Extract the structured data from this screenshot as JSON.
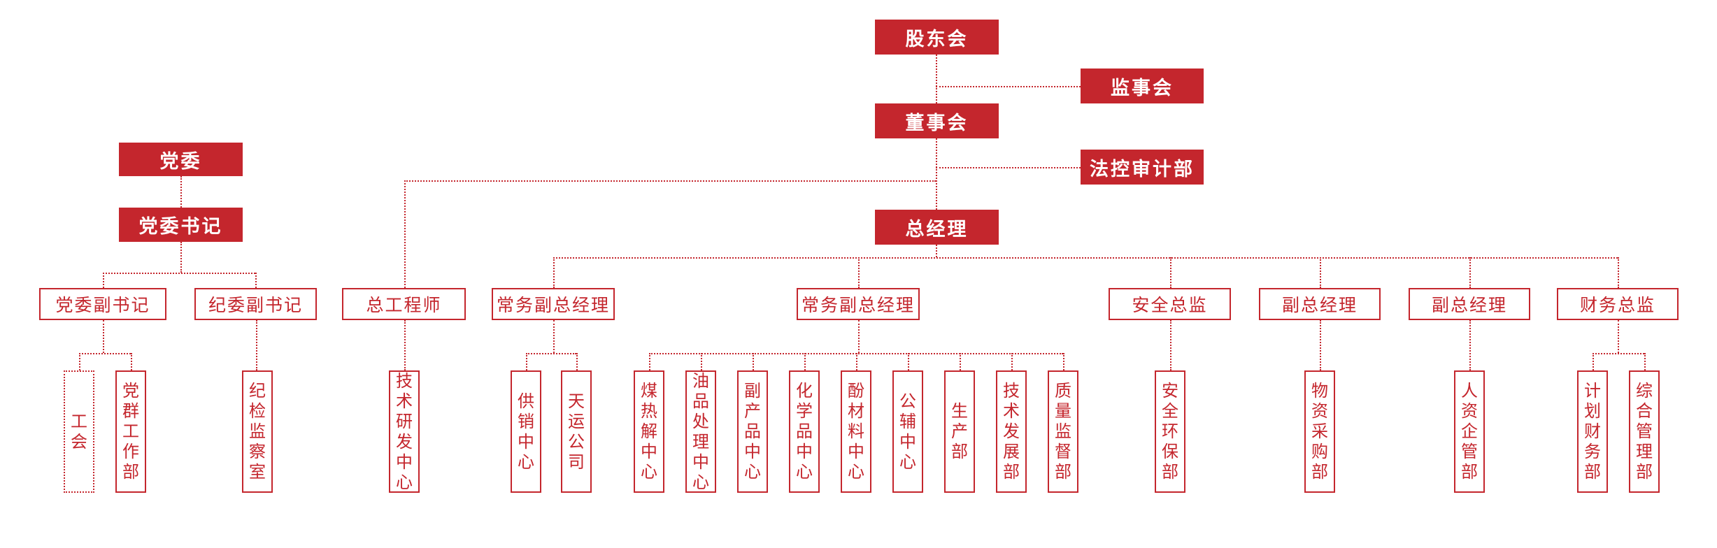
{
  "palette": {
    "primary_red": "#C4262D",
    "background": "#FFFFFF"
  },
  "nodes": {
    "shareholders_meeting": "股东会",
    "supervisory_board": "监事会",
    "board_of_directors": "董事会",
    "legal_audit_dept": "法控审计部",
    "general_manager": "总经理",
    "party_committee": "党委",
    "party_secretary": "党委书记",
    "deputy_party_secretary": "党委副书记",
    "discipline_deputy_secretary": "纪委副书记",
    "chief_engineer": "总工程师",
    "exec_deputy_gm_1": "常务副总经理",
    "exec_deputy_gm_2": "常务副总经理",
    "safety_director": "安全总监",
    "deputy_gm_1": "副总经理",
    "deputy_gm_2": "副总经理",
    "finance_director": "财务总监",
    "labor_union": "工会",
    "party_mass_work_dept": "党群工作部",
    "discipline_inspection_office": "纪检监察室",
    "tech_rd_center": "技术研发中心",
    "supply_marketing_center": "供销中心",
    "tianyun_company": "天运公司",
    "coal_pyrolysis_center": "煤热解中心",
    "oil_processing_center": "油品处理中心",
    "byproduct_center": "副产品中心",
    "chemicals_center": "化学品中心",
    "phenol_materials_center": "酚材料中心",
    "utilities_center": "公辅中心",
    "production_dept": "生产部",
    "tech_development_dept": "技术发展部",
    "quality_supervision_dept": "质量监督部",
    "safety_env_dept": "安全环保部",
    "material_procurement_dept": "物资采购部",
    "hr_enterprise_mgmt_dept": "人资企管部",
    "planning_finance_dept": "计划财务部",
    "general_mgmt_dept": "综合管理部"
  }
}
